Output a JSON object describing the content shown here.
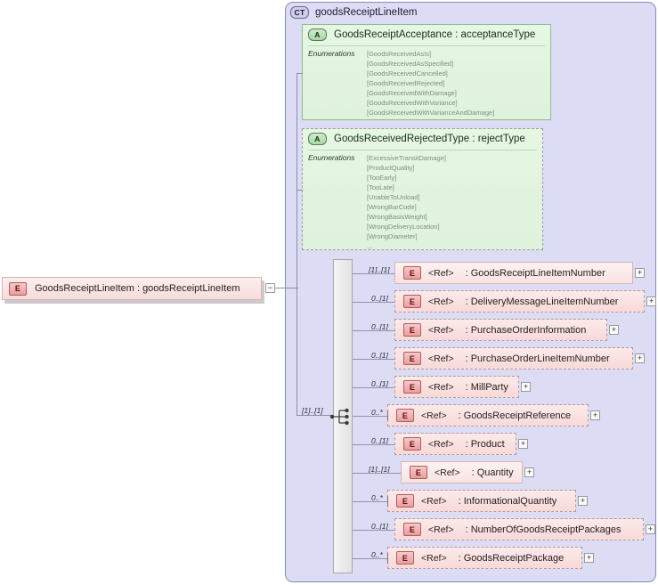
{
  "diagram": {
    "type": "xsd-schema-diagram",
    "complex_type": {
      "badge": "CT",
      "name": "goodsReceiptLineItem"
    },
    "root_element": {
      "badge": "E",
      "label": "GoodsReceiptLineItem : goodsReceiptLineItem",
      "collapse_toggle": "−"
    },
    "attributes": [
      {
        "badge": "A",
        "title": "GoodsReceiptAcceptance : acceptanceType",
        "enum_label": "Enumerations",
        "enumerations": [
          "[GoodsReceivedAsIs]",
          "[GoodsReceivedAsSpecified]",
          "[GoodsReceivedCancelled]",
          "[GoodsReceivedRejected]",
          "[GoodsReceivedWithDamage]",
          "[GoodsReceivedWithVariance]",
          "[GoodsReceivedWithVarianceAndDamage]"
        ]
      },
      {
        "badge": "A",
        "title": "GoodsReceivedRejectedType : rejectType",
        "enum_label": "Enumerations",
        "enumerations": [
          "[ExcessiveTransitDamage]",
          "[ProductQuality]",
          "[TooEarly]",
          "[TooLate]",
          "[UnableToUnload]",
          "[WrongBarCode]",
          "[WrongBasisWeight]",
          "[WrongDeliveryLocation]",
          "[WrongDiameter]",
          "..."
        ]
      }
    ],
    "sequence": {
      "cardinality": "[1]..[1]",
      "icon": "sequence-icon"
    },
    "elements": [
      {
        "badge": "E",
        "cardinality": "[1]..[1]",
        "ref": "<Ref>",
        "name": ": GoodsReceiptLineItemNumber",
        "expand": "+"
      },
      {
        "badge": "E",
        "cardinality": "0..[1]",
        "ref": "<Ref>",
        "name": ": DeliveryMessageLineItemNumber",
        "expand": "+"
      },
      {
        "badge": "E",
        "cardinality": "0..[1]",
        "ref": "<Ref>",
        "name": ": PurchaseOrderInformation",
        "expand": "+"
      },
      {
        "badge": "E",
        "cardinality": "0..[1]",
        "ref": "<Ref>",
        "name": ": PurchaseOrderLineItemNumber",
        "expand": "+"
      },
      {
        "badge": "E",
        "cardinality": "0..[1]",
        "ref": "<Ref>",
        "name": ": MillParty",
        "expand": "+"
      },
      {
        "badge": "E",
        "cardinality": "0..*",
        "ref": "<Ref>",
        "name": ": GoodsReceiptReference",
        "expand": "+"
      },
      {
        "badge": "E",
        "cardinality": "0..[1]",
        "ref": "<Ref>",
        "name": ": Product",
        "expand": "+"
      },
      {
        "badge": "E",
        "cardinality": "[1]..[1]",
        "ref": "<Ref>",
        "name": ": Quantity",
        "expand": "+"
      },
      {
        "badge": "E",
        "cardinality": "0..*",
        "ref": "<Ref>",
        "name": ": InformationalQuantity",
        "expand": "+"
      },
      {
        "badge": "E",
        "cardinality": "0..[1]",
        "ref": "<Ref>",
        "name": ": NumberOfGoodsReceiptPackages",
        "expand": "+"
      },
      {
        "badge": "E",
        "cardinality": "0..*",
        "ref": "<Ref>",
        "name": ": GoodsReceiptPackage",
        "expand": "+"
      }
    ],
    "colors": {
      "container_bg": "#dcdcf5",
      "attribute_bg": "#e2f3df",
      "element_bg": "#f9e3e3",
      "element_badge": "#eb9d9d",
      "connector": "#8d8db0"
    }
  }
}
